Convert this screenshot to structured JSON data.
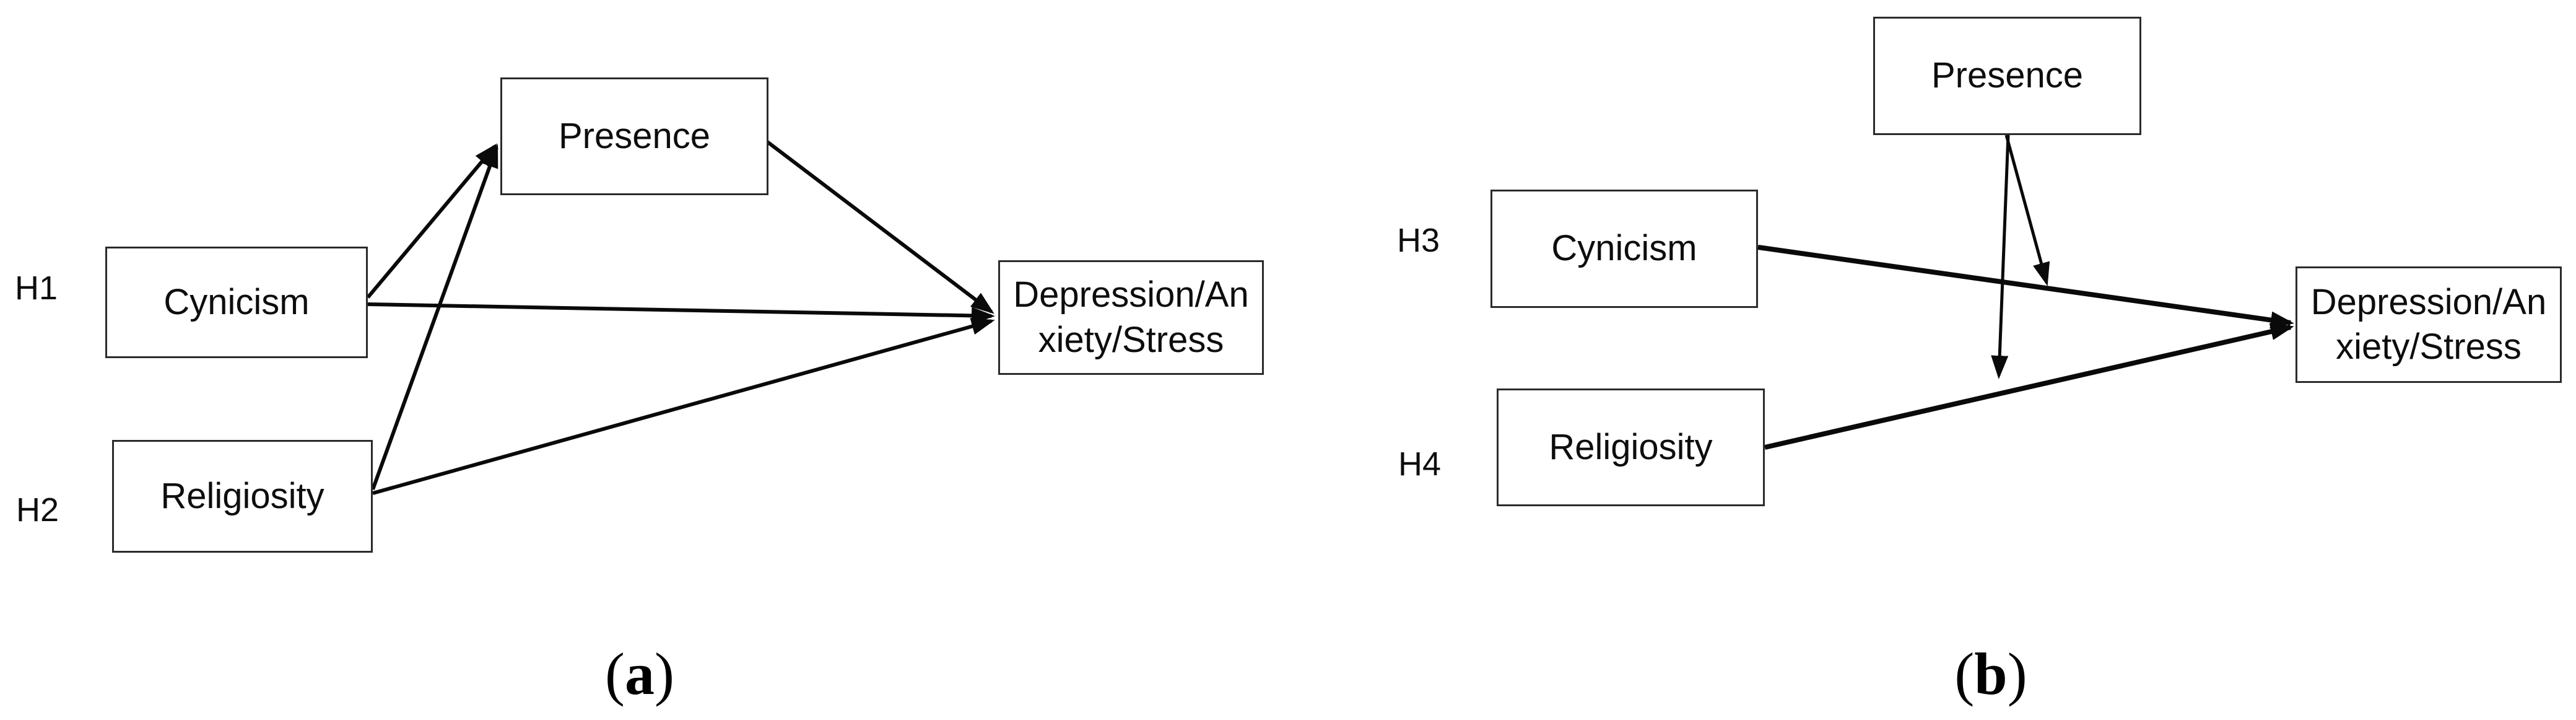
{
  "figure": {
    "type": "hypothesized-path-model-diagram",
    "background_color": "#ffffff",
    "line_color": "#0a0a0a",
    "box_border_color": "#2b2b2b",
    "panels": {
      "a": {
        "caption": {
          "open": "(",
          "letter": "a",
          "close": ")"
        },
        "hypotheses": {
          "h1": "H1",
          "h2": "H2"
        },
        "nodes": {
          "cynicism": {
            "label": "Cynicism"
          },
          "religiosity": {
            "label": "Religiosity"
          },
          "presence": {
            "label": "Presence"
          },
          "outcome": {
            "label_line1": "Depression/An",
            "label_line2": "xiety/Stress"
          }
        },
        "edges": [
          {
            "from": "cynicism",
            "to": "presence",
            "type": "direct"
          },
          {
            "from": "religiosity",
            "to": "presence",
            "type": "direct"
          },
          {
            "from": "cynicism",
            "to": "outcome",
            "type": "direct",
            "hypothesis": "H1"
          },
          {
            "from": "presence",
            "to": "outcome",
            "type": "direct"
          },
          {
            "from": "religiosity",
            "to": "outcome",
            "type": "direct",
            "hypothesis": "H2"
          }
        ]
      },
      "b": {
        "caption": {
          "open": "(",
          "letter": "b",
          "close": ")"
        },
        "hypotheses": {
          "h3": "H3",
          "h4": "H4"
        },
        "nodes": {
          "cynicism": {
            "label": "Cynicism"
          },
          "religiosity": {
            "label": "Religiosity"
          },
          "presence": {
            "label": "Presence"
          },
          "outcome": {
            "label_line1": "Depression/An",
            "label_line2": "xiety/Stress"
          }
        },
        "edges": [
          {
            "from": "cynicism",
            "to": "outcome",
            "type": "direct",
            "hypothesis": "H3"
          },
          {
            "from": "religiosity",
            "to": "outcome",
            "type": "direct",
            "hypothesis": "H4"
          },
          {
            "from": "presence",
            "to": "cynicism-outcome-path",
            "type": "moderation"
          },
          {
            "from": "presence",
            "to": "religiosity-outcome-path",
            "type": "moderation"
          }
        ]
      }
    }
  }
}
